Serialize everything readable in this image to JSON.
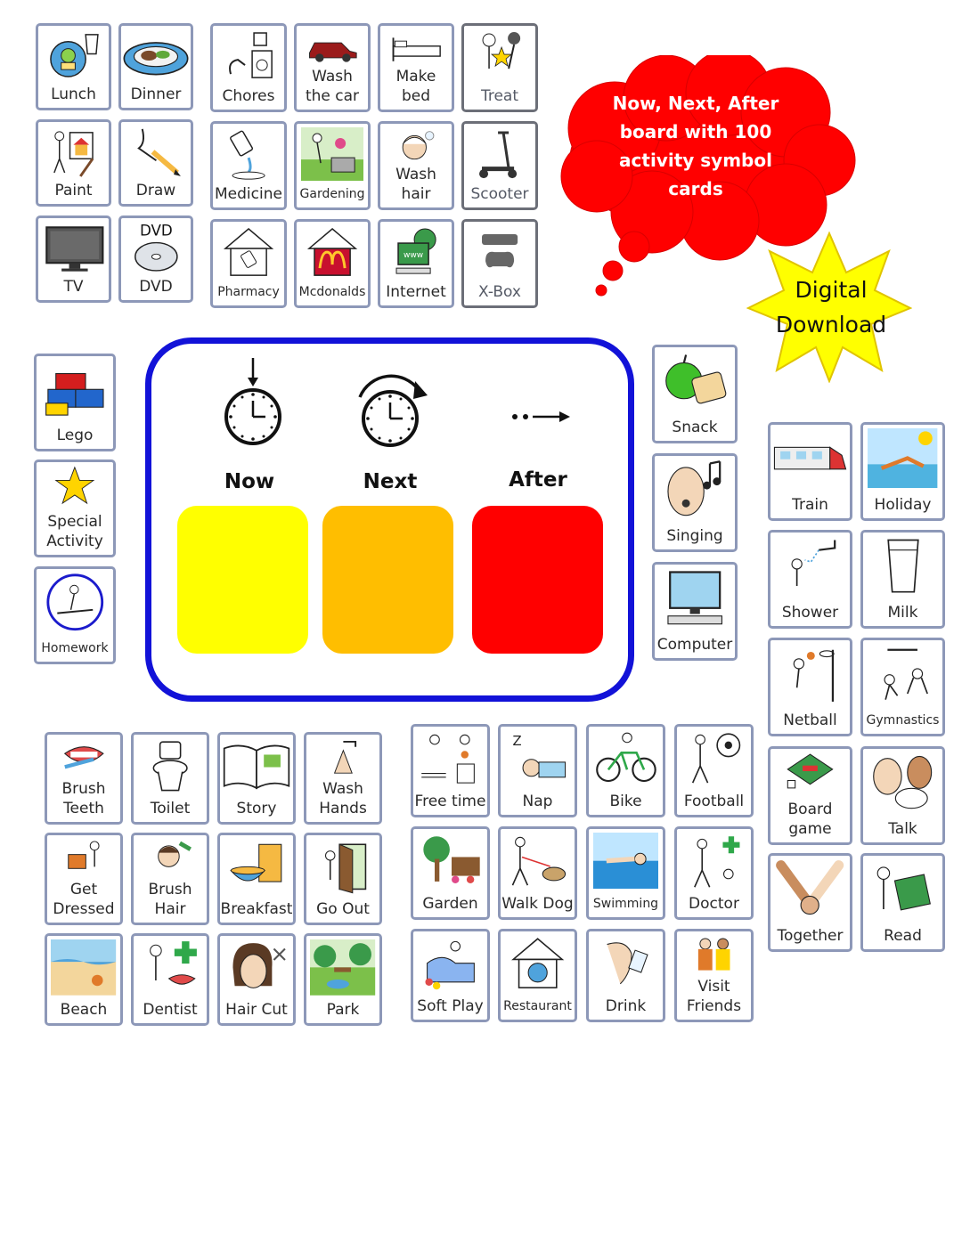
{
  "banner": {
    "cloud_line1": "Now, Next, After",
    "cloud_line2": "board with 100",
    "cloud_line3": "activity symbol",
    "cloud_line4": "cards",
    "star_line1": "Digital",
    "star_line2": "Download",
    "cloud_color": "#ff0000",
    "star_color": "#ffff00"
  },
  "board": {
    "now_label": "Now",
    "next_label": "Next",
    "after_label": "After",
    "border_color": "#1212d8",
    "now_color": "#ffff00",
    "next_color": "#ffbe00",
    "after_color": "#ff0000"
  },
  "cards": {
    "lunch": "Lunch",
    "dinner": "Dinner",
    "paint": "Paint",
    "draw": "Draw",
    "tv": "TV",
    "dvd": "DVD",
    "dvd_picture_text": "DVD",
    "chores": "Chores",
    "wash_car": "Wash\nthe car",
    "make_bed": "Make\nbed",
    "treat": "Treat",
    "medicine": "Medicine",
    "gardening": "Gardening",
    "wash_hair": "Wash\nhair",
    "scooter": "Scooter",
    "pharmacy": "Pharmacy",
    "mcdonalds": "Mcdonalds",
    "internet": "Internet",
    "internet_picture_text": "www",
    "xbox": "X-Box",
    "lego": "Lego",
    "special_activity": "Special\nActivity",
    "homework": "Homework",
    "snack": "Snack",
    "singing": "Singing",
    "computer": "Computer",
    "train": "Train",
    "holiday": "Holiday",
    "shower": "Shower",
    "milk": "Milk",
    "netball": "Netball",
    "gymnastics": "Gymnastics",
    "board_game": "Board\ngame",
    "talk": "Talk",
    "together": "Together",
    "read": "Read",
    "brush_teeth": "Brush\nTeeth",
    "toilet": "Toilet",
    "story": "Story",
    "wash_hands": "Wash\nHands",
    "get_dressed": "Get\nDressed",
    "brush_hair": "Brush\nHair",
    "breakfast": "Breakfast",
    "go_out": "Go Out",
    "beach": "Beach",
    "dentist": "Dentist",
    "hair_cut": "Hair Cut",
    "park": "Park",
    "free_time": "Free time",
    "nap": "Nap",
    "bike": "Bike",
    "football": "Football",
    "garden": "Garden",
    "walk_dog": "Walk Dog",
    "swimming": "Swimming",
    "doctor": "Doctor",
    "soft_play": "Soft Play",
    "restaurant": "Restaurant",
    "drink": "Drink",
    "visit_friends": "Visit\nFriends"
  }
}
